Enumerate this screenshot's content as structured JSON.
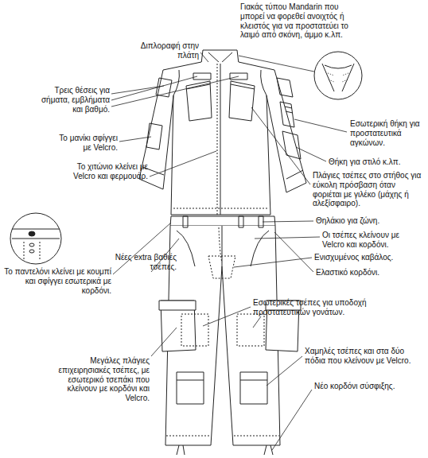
{
  "diagram": {
    "labels": [
      "Γιακάς τύπου Mandarin που μπορεί να φορεθεί ανοιχτός ή κλειστός για να προστατεύει το λαιμό από σκόνη, άμμο κ.λπ.",
      "Διπλοραφή στην πλάτη",
      "Τρεις θέσεις για σήματα, εμβλήματα και βαθμό.",
      "Το μανίκι σφίγγει με Velcro.",
      "Το χιτώνιο κλείνει με Velcro και φερμουάρ.",
      "Εσωτερική θήκη για προστατευτικά αγκώνων.",
      "Θήκη για στιλό κ.λπ.",
      "Πλάγιες τσέπες στο στήθος για εύκολη πρόσβαση όταν φοριέται με γιλέκο (μάχης ή αλεξίσφαιρο).",
      "Θηλάκιο για ζώνη.",
      "Οι τσέπες κλείνουν με Velcro και κορδόνι.",
      "Ενισχυμένος καβάλος.",
      "Ελαστικό κορδόνι.",
      "Το παντελόνι κλείνει με κουμπί και σφίγγει εσωτερικά με κορδόνι.",
      "Νέες extra βαθιές τσέπες.",
      "Εσωτερικές τσέπες για υποδοχή προστατευτικών γονάτων.",
      "Μεγάλες πλάγιες επιχειρησιακές τσέπες, με εσωτερικό τσεπάκι που κλείνουν με κορδόνι και Velcro.",
      "Χαμηλές τσέπες και στα δύο πόδια που κλείνουν με Velcro.",
      "Νέο κορδόνι σύσφιξης."
    ]
  }
}
